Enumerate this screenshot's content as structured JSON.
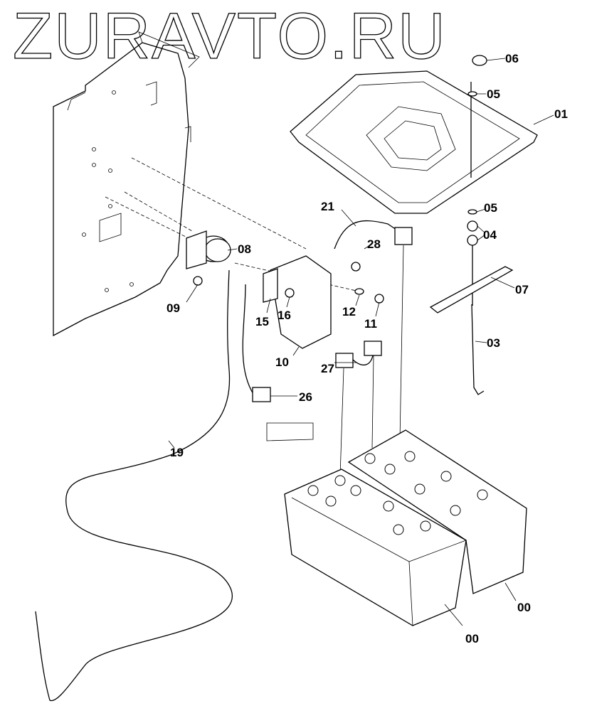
{
  "watermark": "ZURAVTO.RU",
  "labels": {
    "l06": "06",
    "l05a": "05",
    "l01": "01",
    "l05b": "05",
    "l04": "04",
    "l07": "07",
    "l03": "03",
    "l21": "21",
    "l28": "28",
    "l08": "08",
    "l09": "09",
    "l15": "15",
    "l16": "16",
    "l12": "12",
    "l11": "11",
    "l10": "10",
    "l27": "27",
    "l26": "26",
    "l19": "19",
    "l00a": "00",
    "l00b": "00"
  }
}
